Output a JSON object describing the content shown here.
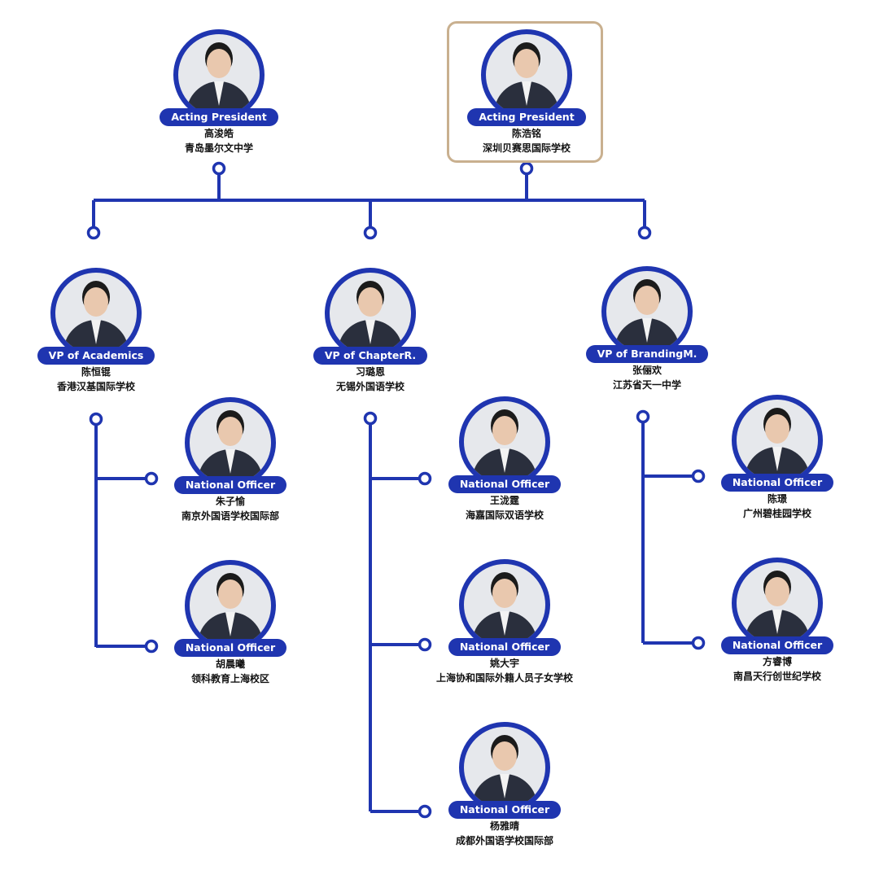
{
  "colors": {
    "accent": "#1f35b0",
    "highlight_border": "#c9b08f"
  },
  "presidents": [
    {
      "role": "Acting President",
      "name": "高浚皓",
      "school": "青岛墨尔文中学"
    },
    {
      "role": "Acting President",
      "name": "陈浩铭",
      "school": "深圳贝赛思国际学校",
      "highlighted": true
    }
  ],
  "vps": [
    {
      "role": "VP of Academics",
      "name": "陈恒锟",
      "school": "香港汉基国际学校"
    },
    {
      "role": "VP of ChapterR.",
      "name": "习璐恩",
      "school": "无锡外国语学校"
    },
    {
      "role": "VP of BrandingM.",
      "name": "张俪欢",
      "school": "江苏省天一中学"
    }
  ],
  "officers": [
    [
      {
        "role": "National Officer",
        "name": "朱子愉",
        "school": "南京外国语学校国际部"
      },
      {
        "role": "National Officer",
        "name": "胡晨曦",
        "school": "领科教育上海校区"
      }
    ],
    [
      {
        "role": "National Officer",
        "name": "王泷霆",
        "school": "海嘉国际双语学校"
      },
      {
        "role": "National Officer",
        "name": "姚大宇",
        "school": "上海协和国际外籍人员子女学校"
      },
      {
        "role": "National Officer",
        "name": "杨雅晴",
        "school": "成都外国语学校国际部"
      }
    ],
    [
      {
        "role": "National Officer",
        "name": "陈璟",
        "school": "广州碧桂园学校"
      },
      {
        "role": "National Officer",
        "name": "方睿博",
        "school": "南昌天行创世纪学校"
      }
    ]
  ]
}
